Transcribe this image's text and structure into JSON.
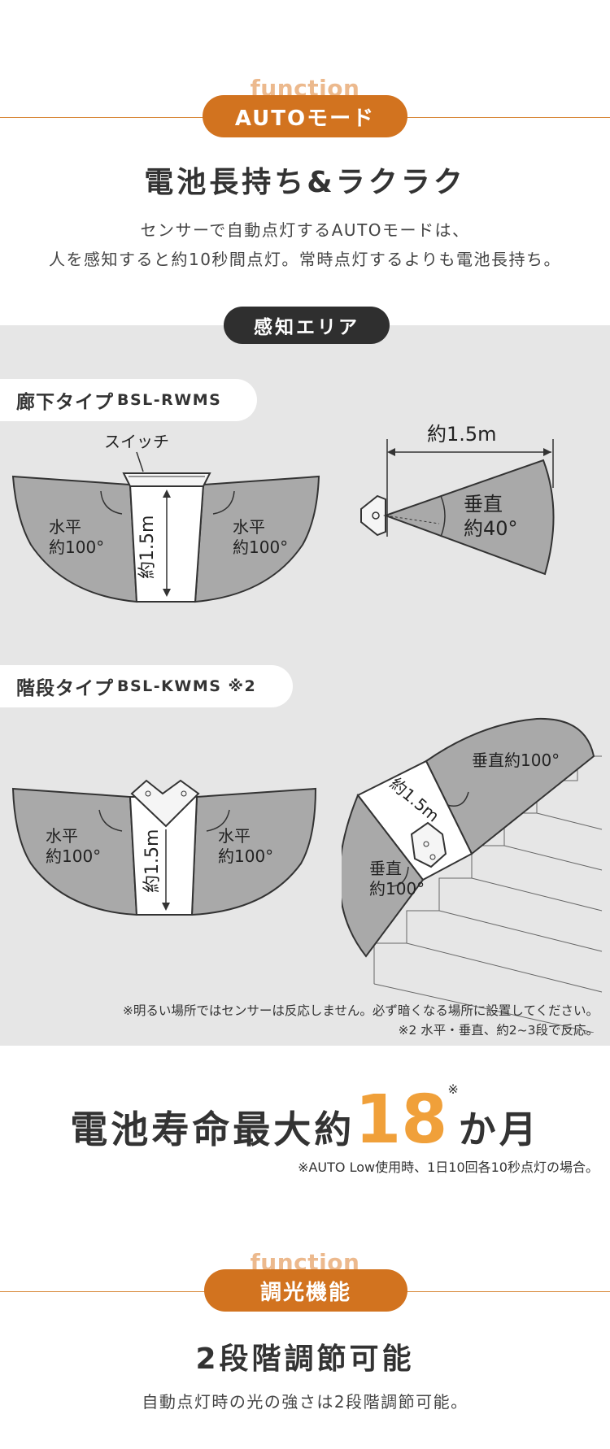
{
  "section1": {
    "function_label": "function",
    "pill": "AUTOモード",
    "title": "電池長持ち&ラクラク",
    "desc_line1": "センサーで自動点灯するAUTOモードは、",
    "desc_line2": "人を感知すると約10秒間点灯。常時点灯するよりも電池長持ち。"
  },
  "area": {
    "pill": "感知エリア",
    "corridor": {
      "type_label": "廊下タイプ",
      "model": "BSL-RWMS",
      "switch_label": "スイッチ",
      "left_label_1": "水平",
      "left_label_2": "約100°",
      "right_label_1": "水平",
      "right_label_2": "約100°",
      "center_label": "約1.5m",
      "side_distance": "約1.5m",
      "side_angle_1": "垂直",
      "side_angle_2": "約40°"
    },
    "stairs": {
      "type_label": "階段タイプ",
      "model": "BSL-KWMS ※2",
      "left_label_1": "水平",
      "left_label_2": "約100°",
      "right_label_1": "水平",
      "right_label_2": "約100°",
      "center_label": "約1.5m",
      "upper_label": "垂直約100°",
      "diag_label": "約1.5m",
      "lower_label_1": "垂直",
      "lower_label_2": "約100°"
    },
    "note1": "※明るい場所ではセンサーは反応しません。必ず暗くなる場所に設置してください。",
    "note2": "※2 水平・垂直、約2~3段で反応。"
  },
  "battery": {
    "prefix": "電池寿命最大約",
    "number": "18",
    "mark": "※",
    "suffix": "か月",
    "note": "※AUTO Low使用時、1日10回各10秒点灯の場合。"
  },
  "section2": {
    "function_label": "function",
    "pill": "調光機能",
    "title": "2段階調節可能",
    "desc": "自動点灯時の光の強さは2段階調節可能。"
  }
}
